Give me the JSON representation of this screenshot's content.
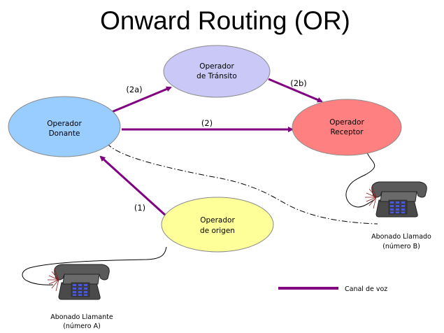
{
  "title": "Onward Routing (OR)",
  "nodes": {
    "transito": {
      "line1": "Operador",
      "line2": "de Tránsito",
      "fill": "#c9c8f6"
    },
    "donante": {
      "line1": "Operador",
      "line2": "Donante",
      "fill": "#99ccff"
    },
    "receptor": {
      "line1": "Operador",
      "line2": "Receptor",
      "fill": "#ff8080"
    },
    "origen": {
      "line1": "Operador",
      "line2": "de origen",
      "fill": "#ffff99"
    }
  },
  "edges": {
    "e1": "(1)",
    "e2": "(2)",
    "e2a": "(2a)",
    "e2b": "(2b)"
  },
  "phones": {
    "llamado": {
      "line1": "Abonado Llamado",
      "line2": "(número B)"
    },
    "llamante": {
      "line1": "Abonado Llamante",
      "line2": "(número A)"
    }
  },
  "legend": {
    "label": "Canal de voz",
    "color": "#800080"
  },
  "colors": {
    "arrow": "#800080",
    "ellipse_stroke": "#8a8a8a"
  }
}
